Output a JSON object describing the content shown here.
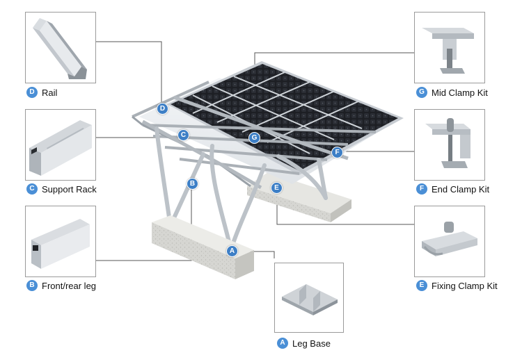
{
  "components": [
    {
      "letter": "D",
      "name": "Rail"
    },
    {
      "letter": "C",
      "name": "Support Rack"
    },
    {
      "letter": "B",
      "name": "Front/rear leg"
    },
    {
      "letter": "A",
      "name": "Leg Base"
    },
    {
      "letter": "G",
      "name": "Mid Clamp Kit"
    },
    {
      "letter": "F",
      "name": "End Clamp Kit"
    },
    {
      "letter": "E",
      "name": "Fixing Clamp Kit"
    }
  ],
  "colors": {
    "badge": "#4a8fd6",
    "panel": "#1b1d21",
    "frame": "#b7bcc2",
    "leader": "#333333"
  }
}
